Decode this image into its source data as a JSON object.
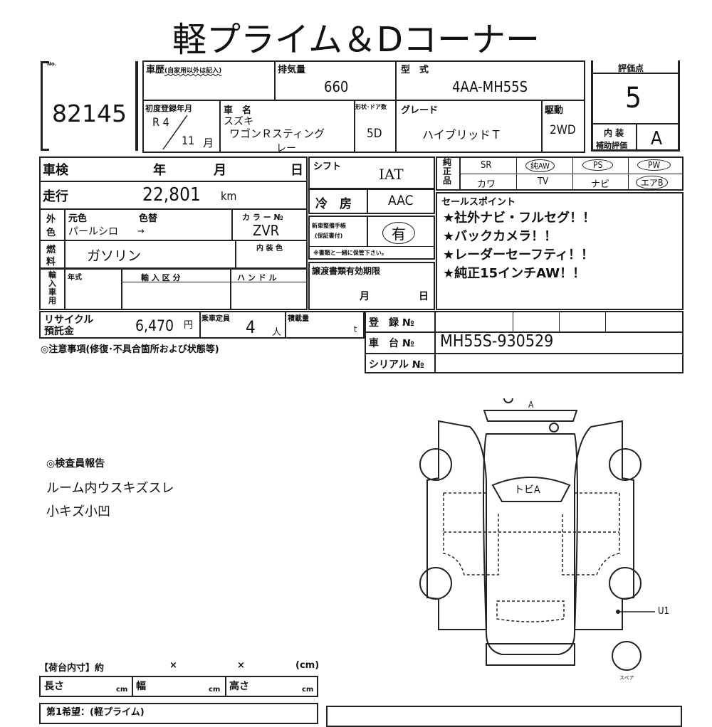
{
  "title": "軽プライム＆Dコーナー",
  "lot": {
    "label": "No.",
    "number": "82145"
  },
  "header": {
    "history_label": "車歴",
    "history_note": "(自家用以外は記入)",
    "displacement_label": "排気量",
    "displacement": "660",
    "model_code_label": "型　式",
    "model_code": "4AA-MH55S",
    "first_reg_label": "初度登録年月",
    "first_reg_era": "R 4",
    "first_reg_month": "11",
    "month_unit": "月",
    "car_name_label": "車　名",
    "maker": "スズキ",
    "car_name": "ワゴンＲスティング",
    "car_name_cont": "レー",
    "doors_label": "形状･ドア数",
    "doors": "5D",
    "grade_label": "グレード",
    "grade": "ハイブリッドＴ",
    "drive_label": "駆動",
    "drive": "2WD"
  },
  "score": {
    "label": "評価点",
    "value": "5",
    "interior_label": "内 装",
    "interior_sub": "補助評価",
    "interior": "A"
  },
  "inspection": {
    "label": "車検",
    "year": "年",
    "month": "月",
    "day": "日"
  },
  "mileage": {
    "label": "走行",
    "value": "22,801",
    "unit": "km"
  },
  "color": {
    "label1": "外",
    "label2": "色",
    "orig_label": "元色",
    "change_label": "色替",
    "orig": "パールシロ",
    "arrow": "→",
    "code_label": "カ ラ ー №",
    "code": "ZVR"
  },
  "fuel": {
    "label1": "燃",
    "label2": "料",
    "value": "ガソリン",
    "interior_color_label": "内 装 色"
  },
  "import": {
    "label": "輸入車用",
    "year_label": "年式",
    "class_label": "輸 入 区 分",
    "handle_label": "ハ ン ド ル"
  },
  "shift": {
    "label": "シフト",
    "value": "IAT"
  },
  "ac": {
    "label": "冷　房",
    "value": "AAC"
  },
  "service_book": {
    "label": "新車整備手帳",
    "sub": "(保証書付)",
    "value": "有",
    "note": "※書類と一緒に保管下さい。"
  },
  "transfer": {
    "label": "譲渡書類有効期限",
    "month": "月",
    "day": "日"
  },
  "equipment": {
    "label": "純正品",
    "row1": [
      {
        "text": "SR",
        "circled": false
      },
      {
        "text": "純AW",
        "circled": true
      },
      {
        "text": "PS",
        "circled": true
      },
      {
        "text": "PW",
        "circled": true
      }
    ],
    "row2": [
      {
        "text": "カワ",
        "circled": false
      },
      {
        "text": "TV",
        "circled": false
      },
      {
        "text": "ナビ",
        "circled": false
      },
      {
        "text": "エアB",
        "circled": true
      }
    ]
  },
  "sales_points": {
    "label": "セールスポイント",
    "items": [
      "★社外ナビ・フルセグ！！",
      "★バックカメラ！！",
      "★レーダーセーフティ！！",
      "★純正15インチAW！！"
    ]
  },
  "recycle": {
    "label1": "リサイクル",
    "label2": "預託金",
    "value": "6,470",
    "unit": "円",
    "capacity_label": "乗車定員",
    "capacity": "4",
    "capacity_unit": "人",
    "load_label": "積載量",
    "load_unit": "t"
  },
  "caution": "◎注意事項(修復･不具合箇所および状態等)",
  "ids": {
    "reg_label": "登　録 №",
    "chassis_label": "車　台 №",
    "chassis": "MH55S-930529",
    "serial_label": "シリアル №"
  },
  "inspector": {
    "label": "◎検査員報告",
    "lines": [
      "ルーム内ウスキズスレ",
      "小キズ小凹"
    ]
  },
  "diagram": {
    "front_mark": "A",
    "windshield": "トビA",
    "rear_note": "U1",
    "spare": "スペア"
  },
  "cargo": {
    "label": "【荷台内寸】約",
    "x1": "×",
    "x2": "×",
    "unit_label": "(cm)",
    "length": "長さ",
    "width": "幅",
    "height": "高さ",
    "cm": "cm"
  },
  "wish": "第1希望：(軽プライム)"
}
